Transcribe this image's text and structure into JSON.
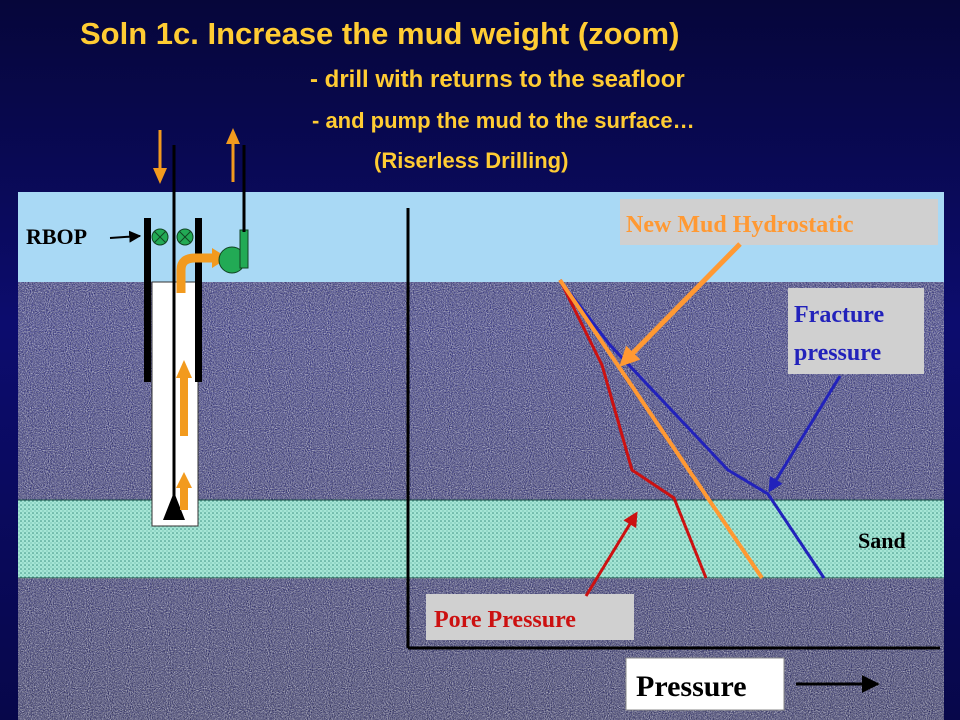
{
  "slide": {
    "title": "Soln 1c. Increase the mud weight    (zoom)",
    "subtitle1": "- drill with returns to the seafloor",
    "subtitle2": "- and pump the mud to the surface…",
    "subtitle3": "(Riserless Drilling)"
  },
  "labels": {
    "rbop": "RBOP",
    "new_mud_hydrostatic": "New Mud Hydrostatic",
    "fracture_pressure_line1": "Fracture",
    "fracture_pressure_line2": "pressure",
    "sand": "Sand",
    "pore_pressure": "Pore Pressure",
    "pressure_axis": "Pressure"
  },
  "colors": {
    "title": "#ffcc33",
    "water": "#a9d9f5",
    "sand": "#9fe0d0",
    "pore_pressure": "#cc1111",
    "mud_hydrostatic": "#ff9933",
    "fracture_pressure": "#2222bb",
    "label_box": "#d0d0d0",
    "valve": "#22aa55"
  },
  "icons": {
    "arrow_in": "arrow-down-icon",
    "arrow_out": "arrow-up-icon",
    "valve": "valve-icon",
    "pump": "pump-icon",
    "drill_bit": "drill-bit-icon"
  }
}
